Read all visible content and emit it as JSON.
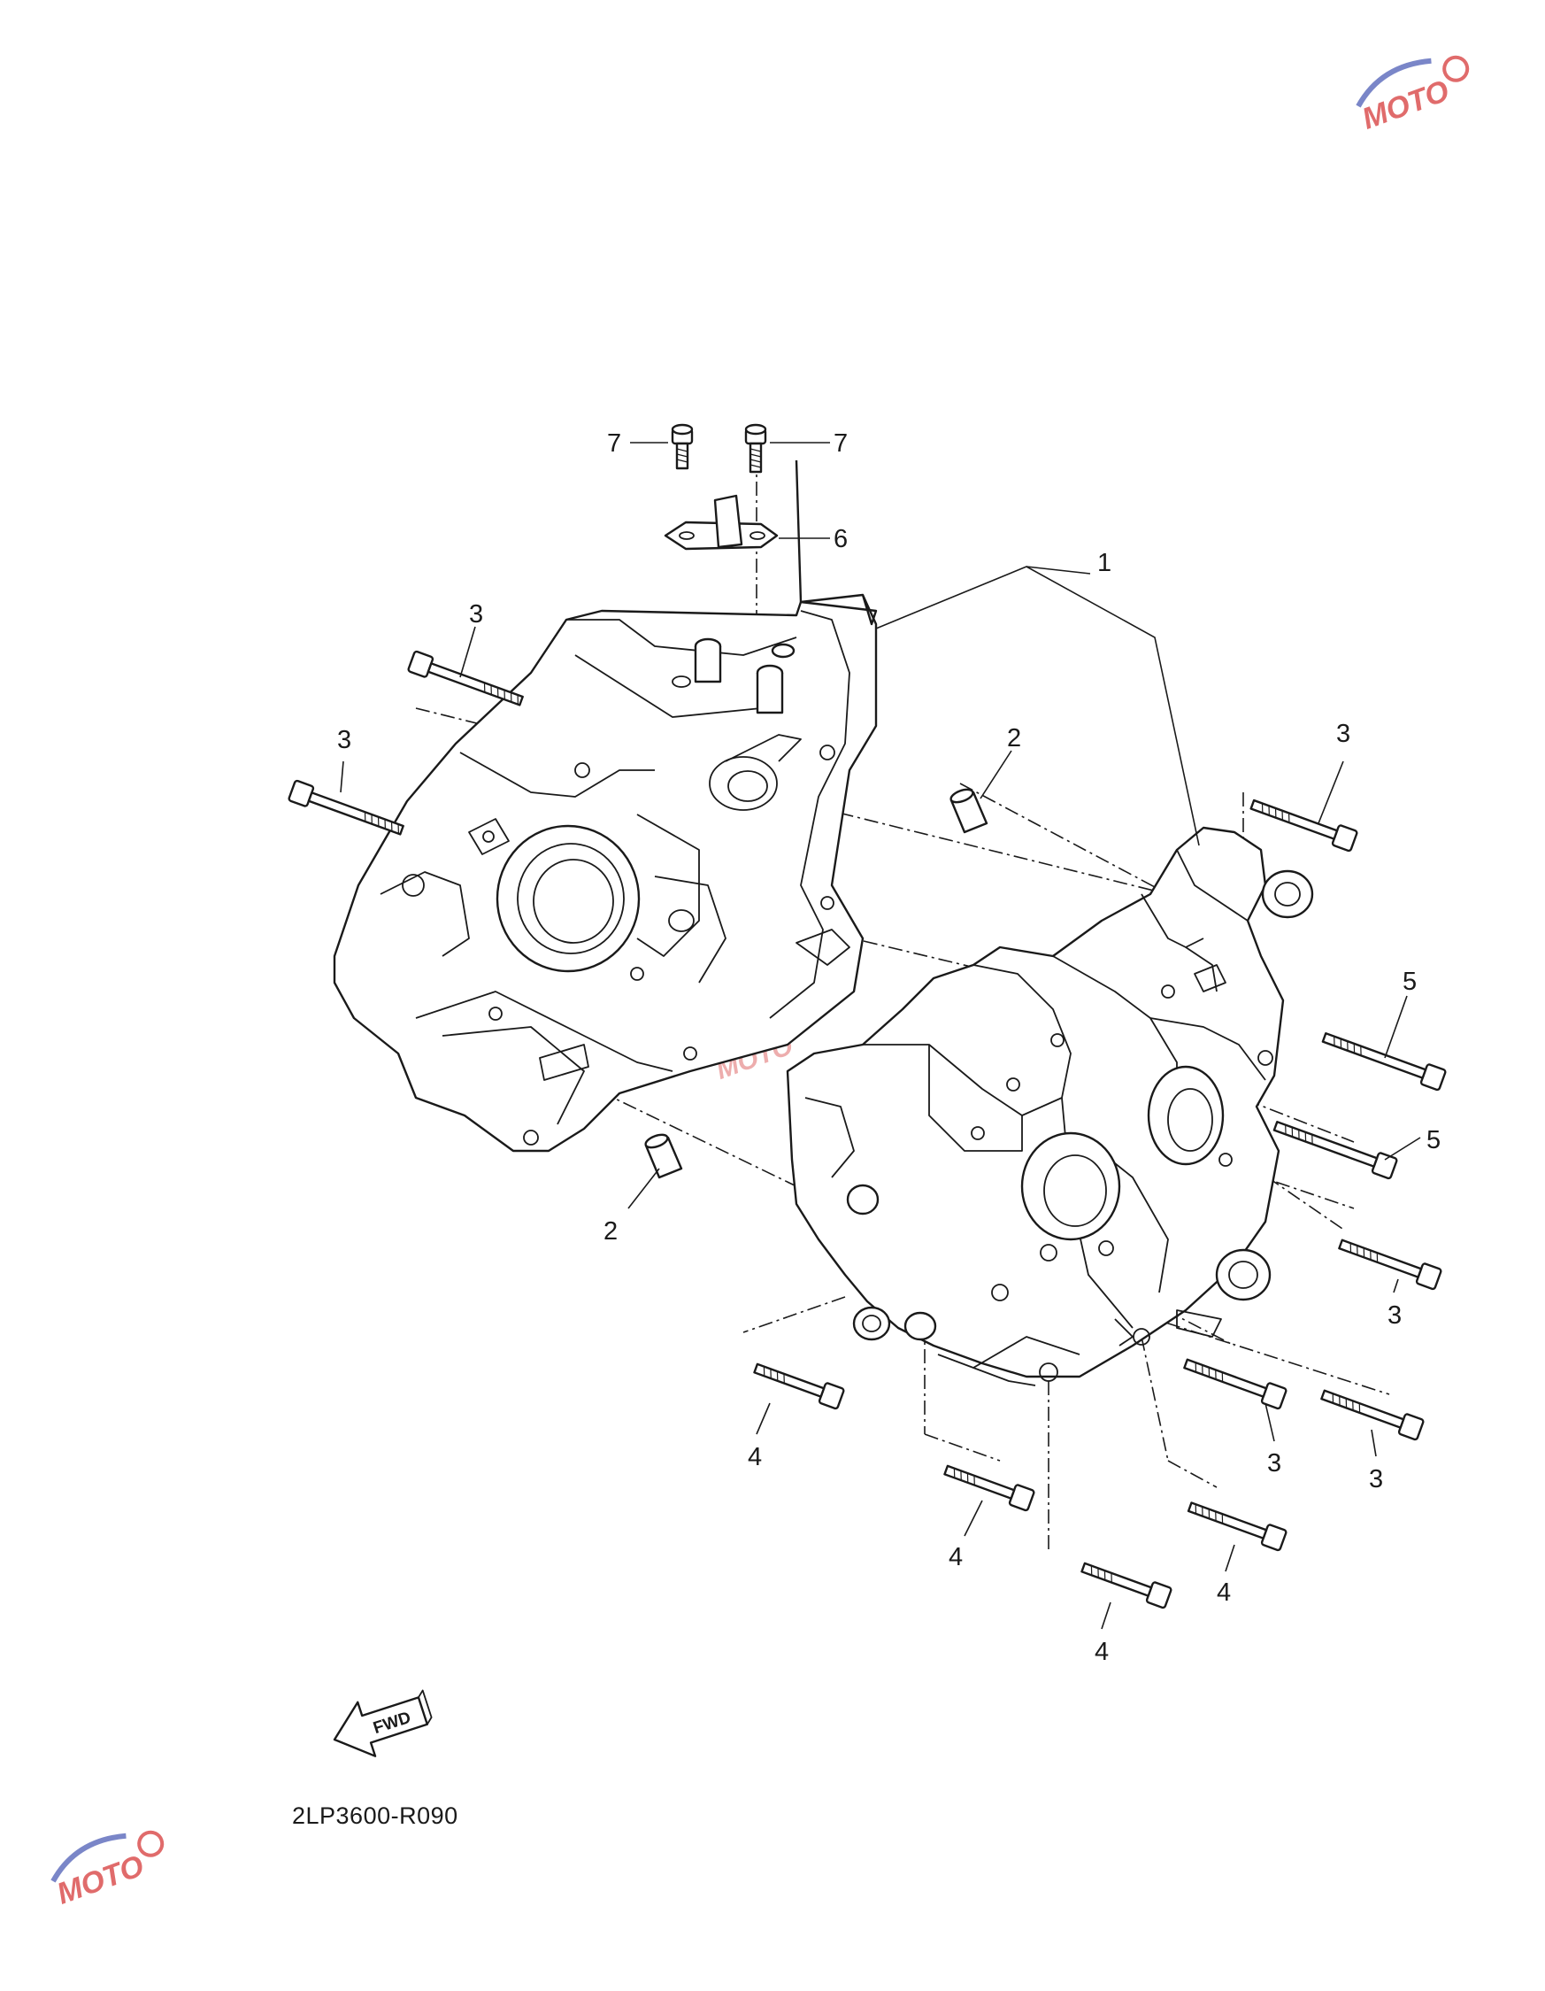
{
  "diagram_code": "2LP3600-R090",
  "fwd_label": "FWD",
  "callouts": {
    "c1": "1",
    "c2a": "2",
    "c2b": "2",
    "c3a": "3",
    "c3b": "3",
    "c3c": "3",
    "c3d": "3",
    "c3e": "3",
    "c3f": "3",
    "c4a": "4",
    "c4b": "4",
    "c4c": "4",
    "c4d": "4",
    "c5a": "5",
    "c5b": "5",
    "c6": "6",
    "c7a": "7",
    "c7b": "7"
  },
  "colors": {
    "line": "#1a1a1a",
    "watermark": "#e06b6b",
    "watermark_accent": "#7a86c8"
  }
}
